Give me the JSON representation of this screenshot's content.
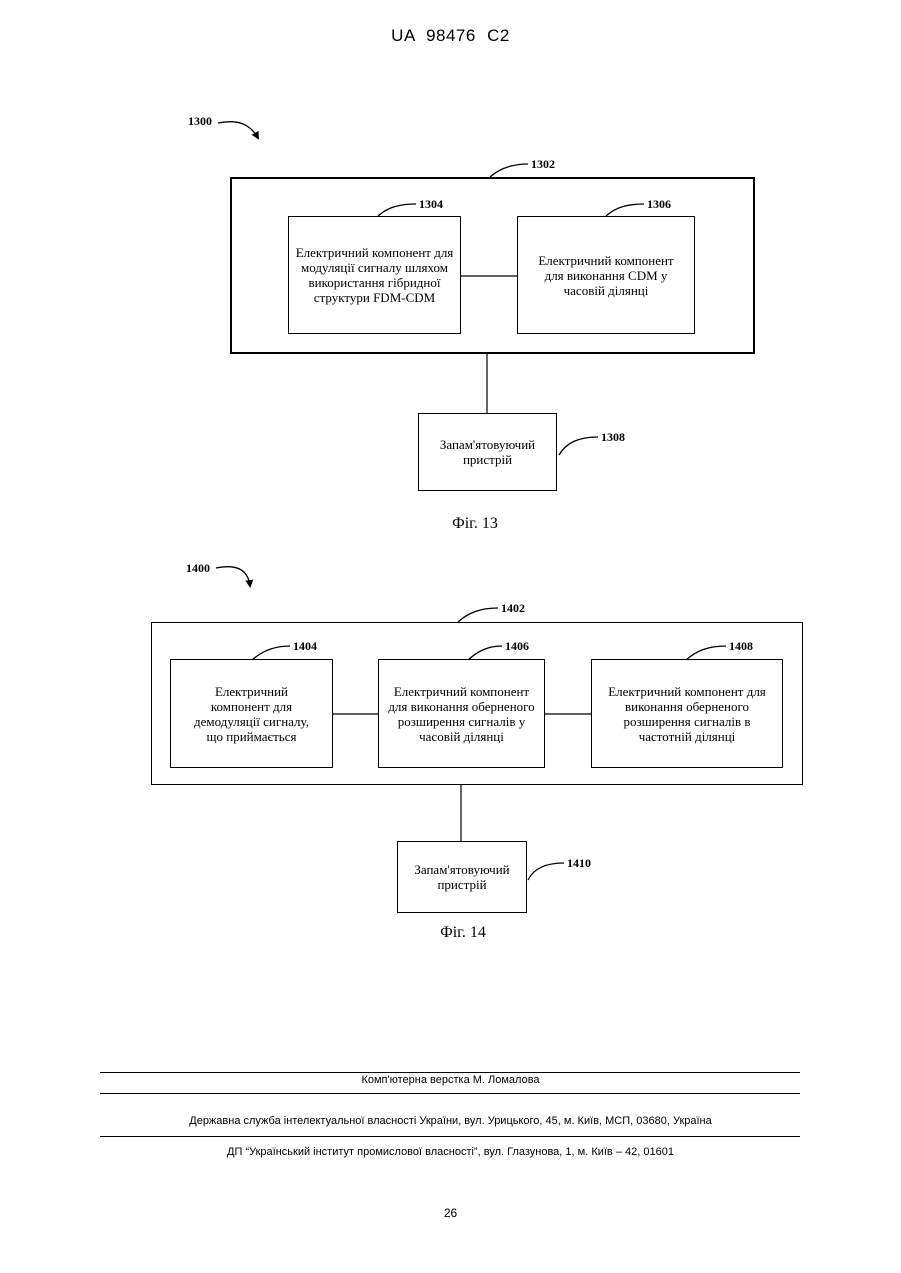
{
  "header": {
    "patent_number": "UA   98476   C2"
  },
  "fig13": {
    "ref_main": "1300",
    "ref_outer": "1302",
    "ref_box1": "1304",
    "ref_box2": "1306",
    "ref_memory": "1308",
    "box1_text": "Електричний компонент для модуляції сигналу шляхом використання гібридної структури FDM-CDM",
    "box2_text": "Електричний компонент для виконання CDM у часовій ділянці",
    "memory_text": "Запам'ятовуючий пристрій",
    "caption": "Фіг. 13"
  },
  "fig14": {
    "ref_main": "1400",
    "ref_outer": "1402",
    "ref_box1": "1404",
    "ref_box2": "1406",
    "ref_box3": "1408",
    "ref_memory": "1410",
    "box1_text": "Електричний компонент для демодуляції сигналу, що приймається",
    "box2_text": "Електричний компонент для виконання оберненого розширення сигналів у часовій ділянці",
    "box3_text": "Електричний компонент для виконання оберненого розширення сигналів в частотній ділянці",
    "memory_text": "Запам'ятовуючий пристрій",
    "caption": "Фіг. 14"
  },
  "footer": {
    "layout_credit": "Комп'ютерна верстка М. Ломалова",
    "agency": "Державна служба інтелектуальної власності України, вул. Урицького, 45, м. Київ, МСП, 03680, Україна",
    "institute": "ДП “Український інститут промислової власності”, вул. Глазунова, 1, м. Київ – 42, 01601",
    "page_number": "26"
  }
}
